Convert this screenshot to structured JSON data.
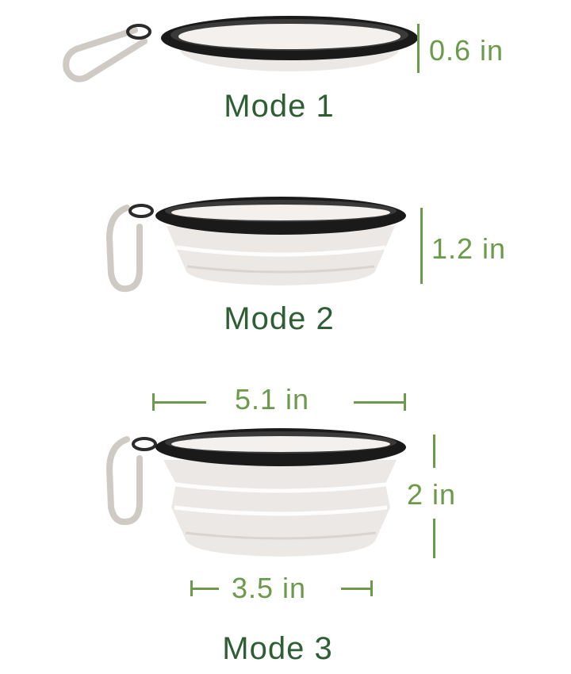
{
  "modes": [
    {
      "label": "Mode 1",
      "height_label": "0.6 in"
    },
    {
      "label": "Mode 2",
      "height_label": "1.2 in"
    },
    {
      "label": "Mode 3",
      "height_label": "2 in",
      "top_width_label": "5.1 in",
      "bottom_width_label": "3.5 in"
    }
  ],
  "colors": {
    "label_text": "#2e5e34",
    "dimension": "#6a9a4a",
    "rim": "#1a1a1a",
    "silicone": "#ece8e5",
    "carabiner": "#cfcac4"
  }
}
